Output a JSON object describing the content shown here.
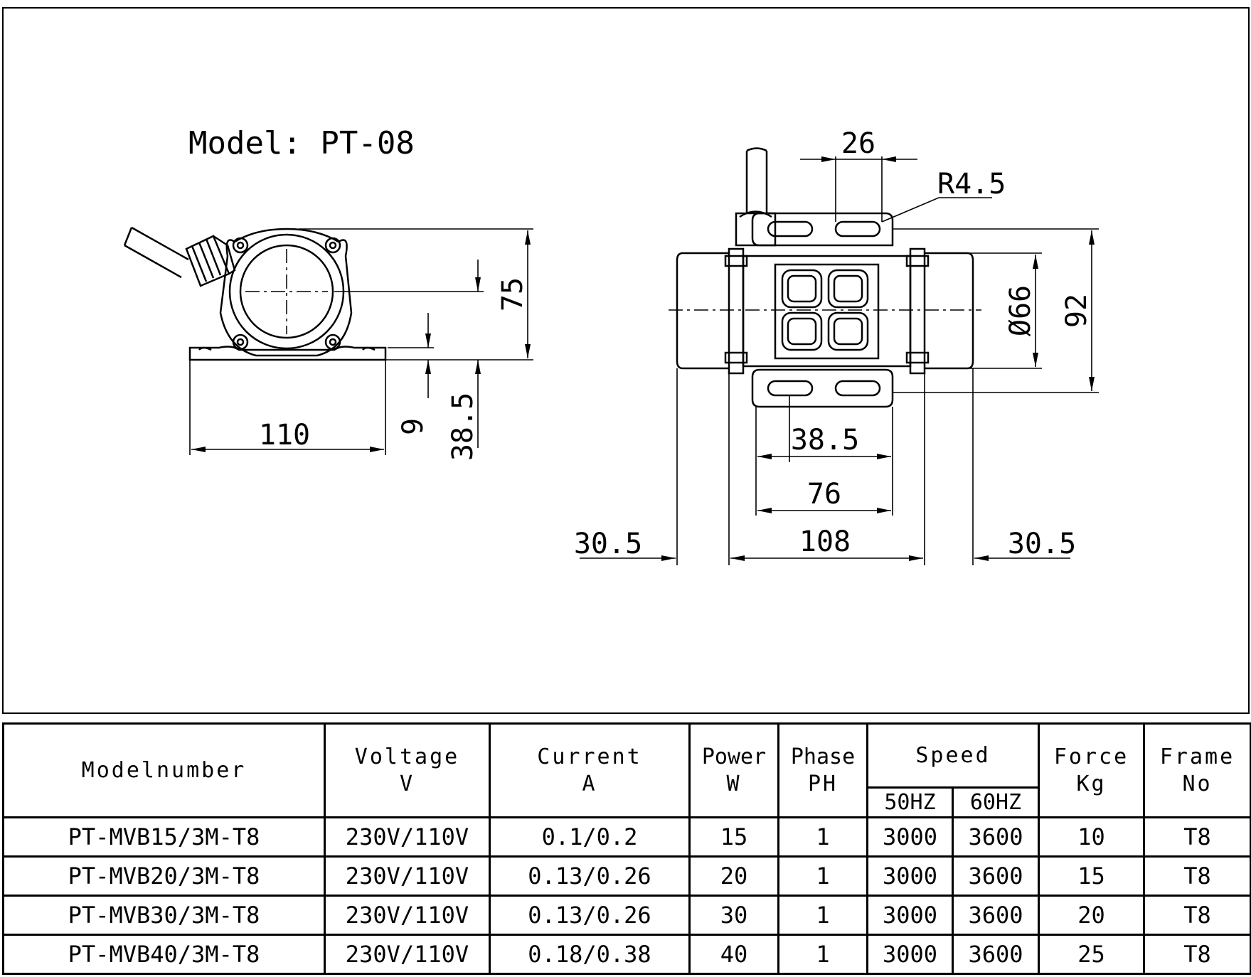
{
  "drawing": {
    "title": "Model: PT-08",
    "side_view": {
      "width": "110",
      "height": "75",
      "base_thickness": "9",
      "center_height": "38.5"
    },
    "front_view": {
      "slot_pitch": "26",
      "slot_radius": "R4.5",
      "diameter": "Ø66",
      "total_height": "92",
      "hole_spacing": "38.5",
      "base_width": "76",
      "body_length": "108",
      "left_overhang": "30.5",
      "right_overhang": "30.5"
    }
  },
  "table": {
    "headers": {
      "model": "Modelnumber",
      "voltage": "Voltage",
      "voltage_unit": "V",
      "current": "Current",
      "current_unit": "A",
      "power": "Power",
      "power_unit": "W",
      "phase": "Phase",
      "phase_unit": "PH",
      "speed": "Speed",
      "speed_50": "50HZ",
      "speed_60": "60HZ",
      "force": "Force",
      "force_unit": "Kg",
      "frame": "Frame",
      "frame_unit": "No"
    },
    "rows": [
      {
        "model": "PT-MVB15/3M-T8",
        "voltage": "230V/110V",
        "current": "0.1/0.2",
        "power": "15",
        "phase": "1",
        "speed50": "3000",
        "speed60": "3600",
        "force": "10",
        "frame": "T8"
      },
      {
        "model": "PT-MVB20/3M-T8",
        "voltage": "230V/110V",
        "current": "0.13/0.26",
        "power": "20",
        "phase": "1",
        "speed50": "3000",
        "speed60": "3600",
        "force": "15",
        "frame": "T8"
      },
      {
        "model": "PT-MVB30/3M-T8",
        "voltage": "230V/110V",
        "current": "0.13/0.26",
        "power": "30",
        "phase": "1",
        "speed50": "3000",
        "speed60": "3600",
        "force": "20",
        "frame": "T8"
      },
      {
        "model": "PT-MVB40/3M-T8",
        "voltage": "230V/110V",
        "current": "0.18/0.38",
        "power": "40",
        "phase": "1",
        "speed50": "3000",
        "speed60": "3600",
        "force": "25",
        "frame": "T8"
      }
    ]
  }
}
